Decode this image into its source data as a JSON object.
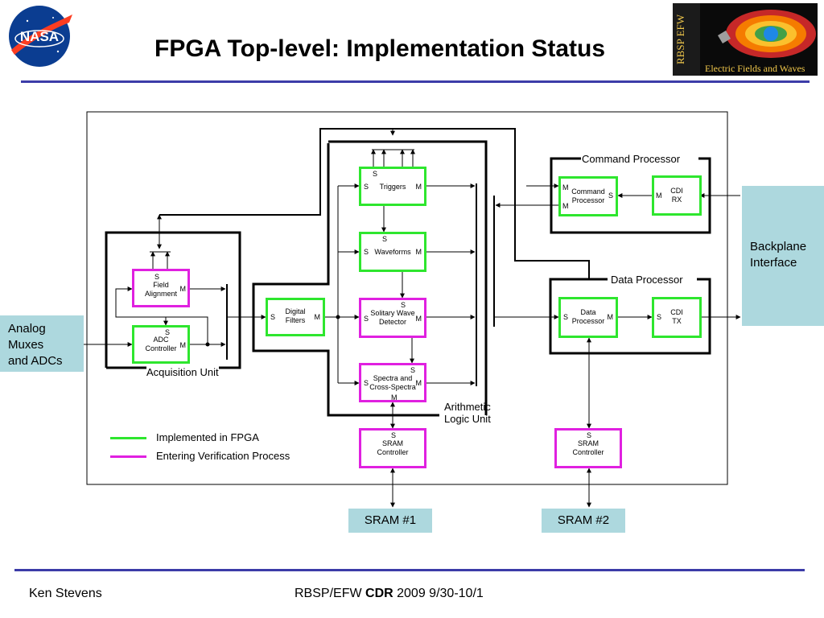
{
  "header": {
    "title": "FPGA Top-level: Implementation Status",
    "nasa_logo_text": "NASA",
    "mission_logo": {
      "vertical_text": "RBSP EFW",
      "caption": "Electric Fields and Waves"
    }
  },
  "external": {
    "analog": "Analog\nMuxes\nand ADCs",
    "backplane": "Backplane\nInterface",
    "sram1": "SRAM #1",
    "sram2": "SRAM #2"
  },
  "groups": {
    "acquisition": "Acquisition Unit",
    "alu": "Arithmetic\nLogic Unit",
    "command": "Command Processor",
    "data": "Data Processor"
  },
  "blocks": {
    "field_alignment": {
      "name": "Field\nAlignment",
      "status": "verification",
      "pins": {
        "top": "S",
        "right": "M"
      }
    },
    "adc_controller": {
      "name": "ADC\nController",
      "status": "implemented",
      "pins": {
        "top": "S",
        "right": "M"
      }
    },
    "digital_filters": {
      "name": "Digital\nFilters",
      "status": "implemented",
      "pins": {
        "left": "S",
        "right": "M"
      }
    },
    "triggers": {
      "name": "Triggers",
      "status": "implemented",
      "pins": {
        "top": "S",
        "left": "S",
        "right": "M"
      }
    },
    "waveforms": {
      "name": "Waveforms",
      "status": "implemented",
      "pins": {
        "top": "S",
        "left": "S",
        "right": "M"
      }
    },
    "solitary_wave": {
      "name": "Solitary Wave\nDetector",
      "status": "verification",
      "pins": {
        "top": "S",
        "left": "S",
        "right": "M"
      }
    },
    "spectra": {
      "name": "Spectra and\nCross-Spectra",
      "status": "verification",
      "pins": {
        "top": "S",
        "left": "S",
        "right": "M",
        "bottom": "M"
      }
    },
    "sram_ctrl_1": {
      "name": "SRAM\nController",
      "status": "verification",
      "pins": {
        "top": "S"
      }
    },
    "sram_ctrl_2": {
      "name": "SRAM\nController",
      "status": "verification",
      "pins": {
        "top": "S"
      }
    },
    "command_proc": {
      "name": "Command\nProcessor",
      "status": "verification",
      "pins": {
        "m1": "M",
        "m2": "M",
        "right": "S"
      }
    },
    "cdi_rx": {
      "name": "CDI\nRX",
      "status": "implemented",
      "pins": {
        "left": "M"
      }
    },
    "data_proc": {
      "name": "Data\nProcessor",
      "status": "implemented",
      "pins": {
        "left": "S",
        "right": "M"
      }
    },
    "cdi_tx": {
      "name": "CDI\nTX",
      "status": "implemented",
      "pins": {
        "left": "S"
      }
    }
  },
  "legend": [
    {
      "label": "Implemented in FPGA",
      "color": "#2ee62e"
    },
    {
      "label": "Entering Verification Process",
      "color": "#e020e0"
    }
  ],
  "footer": {
    "author": "Ken Stevens",
    "event_prefix": "RBSP/EFW ",
    "event_bold": "CDR",
    "event_suffix": " 2009 9/30-10/1"
  }
}
